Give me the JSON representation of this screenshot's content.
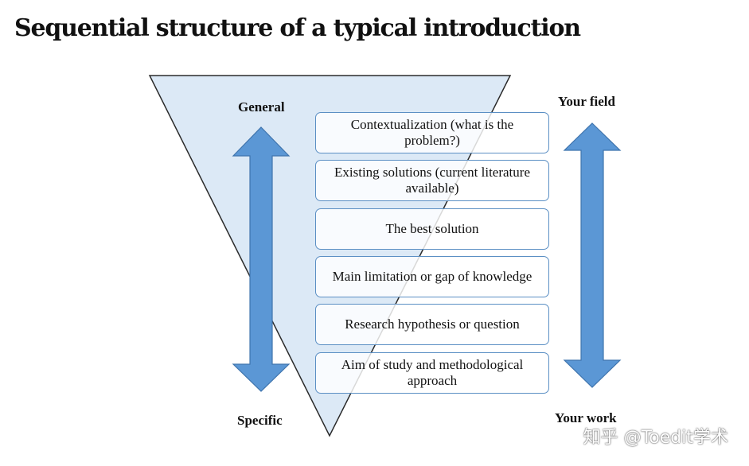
{
  "title": "Sequential structure of a typical introduction",
  "labels": {
    "general": "General",
    "specific": "Specific",
    "your_field": "Your field",
    "your_work": "Your work"
  },
  "steps": [
    "Contextualization (what is the problem?)",
    "Existing solutions (current literature available)",
    "The best solution",
    "Main limitation or gap of knowledge",
    "Research hypothesis or question",
    "Aim of study and methodological approach"
  ],
  "watermark": "知乎 @Toedit学术",
  "colors": {
    "funnel_fill": "#dce9f6",
    "funnel_stroke": "#2b2b2b",
    "arrow_fill": "#5b97d5",
    "arrow_stroke": "#3f74ad",
    "box_border": "#5b8fc4"
  }
}
